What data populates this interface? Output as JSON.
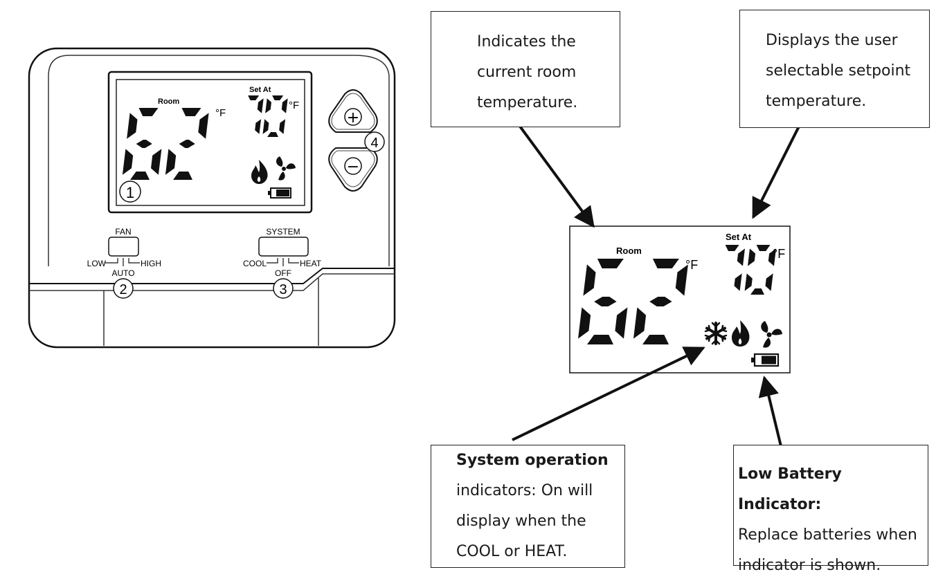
{
  "thermostat": {
    "room_label": "Room",
    "room_temp": "62",
    "unit": "°F",
    "set_label": "Set At",
    "set_temp": "70",
    "fan_switch": {
      "label": "FAN",
      "left": "LOW",
      "right": "HIGH",
      "bottom": "AUTO"
    },
    "system_switch": {
      "label": "SYSTEM",
      "left": "COOL",
      "right": "HEAT",
      "bottom": "OFF"
    },
    "callouts": [
      "1",
      "2",
      "3",
      "4"
    ],
    "plus_symbol": "+",
    "minus_symbol": "−"
  },
  "detail_display": {
    "room_label": "Room",
    "room_temp": "62",
    "unit": "°F",
    "set_label": "Set At",
    "set_temp": "70"
  },
  "annotations": {
    "room_temp_note": {
      "line1": "Indicates the",
      "line2": "current room",
      "line3": "temperature."
    },
    "setpoint_note": {
      "line1": "Displays the user",
      "line2": "selectable setpoint",
      "line3": "temperature."
    },
    "system_note": {
      "title": "System operation",
      "line1": "indicators: On will",
      "line2": "display when the",
      "line3": "COOL or HEAT."
    },
    "battery_note": {
      "title": "Low Battery Indicator:",
      "line1": "Replace batteries when",
      "line2": "indicator is shown."
    }
  },
  "icons": [
    "snowflake-icon",
    "flame-icon",
    "fan-icon",
    "battery-icon",
    "plus-icon",
    "minus-icon"
  ]
}
